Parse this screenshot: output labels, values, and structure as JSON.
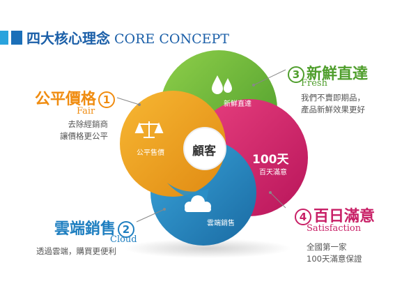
{
  "header": {
    "title_zh": "四大核心理念",
    "title_en": "CORE CONCEPT"
  },
  "center": {
    "label": "顧客"
  },
  "items": [
    {
      "id": "fair",
      "num": "1",
      "title": "公平價格",
      "en": "Fair",
      "desc": [
        "去除經銷商",
        "讓價格更公平"
      ],
      "petal_label": "公平售價",
      "icon": "scale-icon",
      "color": "#f0a020"
    },
    {
      "id": "cloud",
      "num": "2",
      "title": "雲端銷售",
      "en": "Cloud",
      "desc": [
        "透過雲端，購買更便利"
      ],
      "petal_label": "雲端銷售",
      "icon": "cloud-icon",
      "color": "#2a8fc7"
    },
    {
      "id": "fresh",
      "num": "3",
      "title": "新鮮直達",
      "en": "Fresh",
      "desc": [
        "我們不賣即期品，",
        "產品新鮮效果更好"
      ],
      "petal_label": "新鮮直達",
      "icon": "droplets-icon",
      "color": "#6cb33e"
    },
    {
      "id": "satisfaction",
      "num": "4",
      "title": "百日滿意",
      "en": "Satisfaction",
      "desc": [
        "全國第一家",
        "100天滿意保證"
      ],
      "petal_label": "百天滿意",
      "petal_big": "100天",
      "icon": "",
      "color": "#d6246e"
    }
  ]
}
